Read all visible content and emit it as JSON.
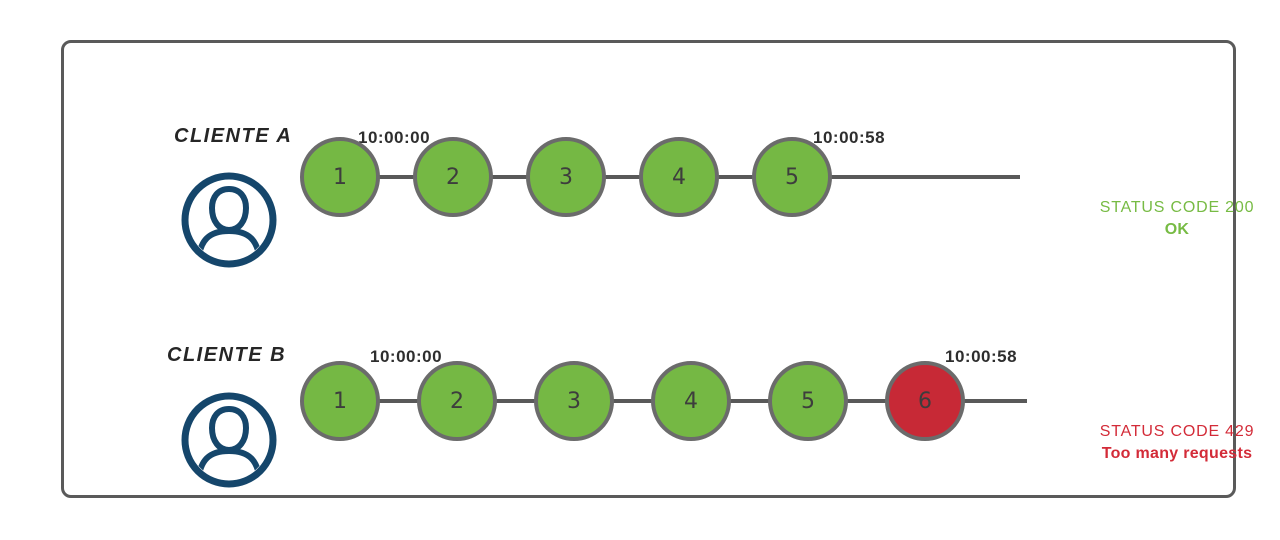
{
  "rows": [
    {
      "client_label": "CLIENTE A",
      "start_time": "10:00:00",
      "end_time": "10:00:58",
      "requests": [
        "1",
        "2",
        "3",
        "4",
        "5"
      ],
      "request_states": [
        "ok",
        "ok",
        "ok",
        "ok",
        "ok"
      ],
      "status_line1": "STATUS CODE 200",
      "status_line2": "OK",
      "status_type": "success"
    },
    {
      "client_label": "CLIENTE B",
      "start_time": "10:00:00",
      "end_time": "10:00:58",
      "requests": [
        "1",
        "2",
        "3",
        "4",
        "5",
        "6"
      ],
      "request_states": [
        "ok",
        "ok",
        "ok",
        "ok",
        "ok",
        "blocked"
      ],
      "status_line1": "STATUS CODE 429",
      "status_line2": "Too many requests",
      "status_type": "error"
    }
  ],
  "colors": {
    "ok_fill": "#75b844",
    "blocked_fill": "#c72936",
    "circle_border": "#6b6b6b",
    "line": "#595959",
    "frame_border": "#5a5a5a",
    "success_text": "#77bb44",
    "error_text": "#d32b38",
    "avatar": "#15466b",
    "timestamp_text": "#2e2e2e",
    "label_text": "#262626",
    "number_text": "#3d3d3d"
  }
}
